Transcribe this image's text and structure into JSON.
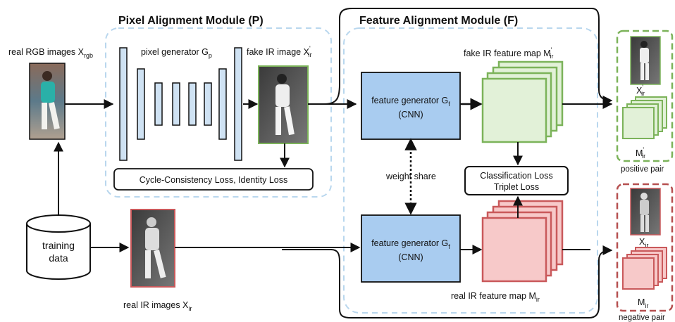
{
  "titles": {
    "pixel_module": "Pixel Alignment Module (P)",
    "feature_module": "Feature Alignment Module (F)"
  },
  "labels": {
    "real_rgb": {
      "main": "real RGB images X",
      "sub": "rgb"
    },
    "pixel_generator": {
      "main": "pixel generator G",
      "sub": "p"
    },
    "fake_ir_image": {
      "main": "fake IR image X",
      "sup": "'",
      "sub": "ir"
    },
    "fake_ir_feature_map": {
      "main": "fake IR feature map M",
      "sup": "'",
      "sub": "ir"
    },
    "feature_generator_top": {
      "main": "feature generator G",
      "sub": "f",
      "line2": "(CNN)"
    },
    "feature_generator_bottom": {
      "main": "feature generator G",
      "sub": "f",
      "line2": "(CNN)"
    },
    "weight_share": "weight share",
    "cycle_loss": "Cycle-Consistency Loss, Identity Loss",
    "class_loss_line1": "Classification Loss",
    "class_loss_line2": "Triplet Loss",
    "training_data_line1": "training",
    "training_data_line2": "data",
    "real_ir_images": {
      "main": "real IR images X",
      "sub": "ir"
    },
    "real_ir_feature_map": {
      "main": "real IR feature map M",
      "sub": "ir"
    },
    "positive_pair": "positive pair",
    "negative_pair": "negative pair",
    "pos_x": {
      "main": "X",
      "sup": "'",
      "sub": "ir"
    },
    "pos_m": {
      "main": "M",
      "sup": "'",
      "sub": "ir"
    },
    "neg_x": {
      "main": "X",
      "sub": "ir"
    },
    "neg_m": {
      "main": "M",
      "sub": "ir"
    }
  },
  "colors": {
    "blue_fill": "#cfe2f3",
    "blue_box": "#a9ccf0",
    "green_fill": "#e2f1d8",
    "green_stroke": "#7cb35a",
    "red_fill": "#f7c9c9",
    "red_stroke": "#c9595b",
    "dashed_blue": "#b9d7ee",
    "dashed_green": "#7cb35a",
    "dashed_red": "#b65050"
  },
  "icons": [
    "person-photo-rgb",
    "person-photo-ir",
    "database-cylinder-icon"
  ]
}
